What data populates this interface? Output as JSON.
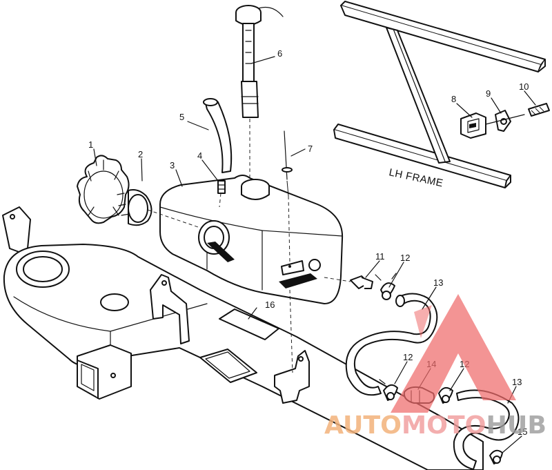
{
  "diagram": {
    "callouts": [
      {
        "id": "callout-1",
        "text": "1"
      },
      {
        "id": "callout-2",
        "text": "2"
      },
      {
        "id": "callout-3",
        "text": "3"
      },
      {
        "id": "callout-4",
        "text": "4"
      },
      {
        "id": "callout-5",
        "text": "5"
      },
      {
        "id": "callout-6",
        "text": "6"
      },
      {
        "id": "callout-7",
        "text": "7"
      },
      {
        "id": "callout-8",
        "text": "8"
      },
      {
        "id": "callout-9",
        "text": "9"
      },
      {
        "id": "callout-10",
        "text": "10"
      },
      {
        "id": "callout-11",
        "text": "11"
      },
      {
        "id": "callout-12a",
        "text": "12"
      },
      {
        "id": "callout-12b",
        "text": "12"
      },
      {
        "id": "callout-12c",
        "text": "12"
      },
      {
        "id": "callout-13a",
        "text": "13"
      },
      {
        "id": "callout-13b",
        "text": "13"
      },
      {
        "id": "callout-14",
        "text": "14"
      },
      {
        "id": "callout-15",
        "text": "15"
      },
      {
        "id": "callout-16",
        "text": "16"
      }
    ],
    "frame_label": "LH FRAME"
  },
  "watermark": {
    "part_auto": "AUTO",
    "part_moto": "MOTO",
    "part_hub": "HUB",
    "colors": {
      "auto": "#f2b27a",
      "moto": "#f09a9a",
      "hub": "#9a9a9a",
      "triangle": "#ee6b6b"
    }
  }
}
